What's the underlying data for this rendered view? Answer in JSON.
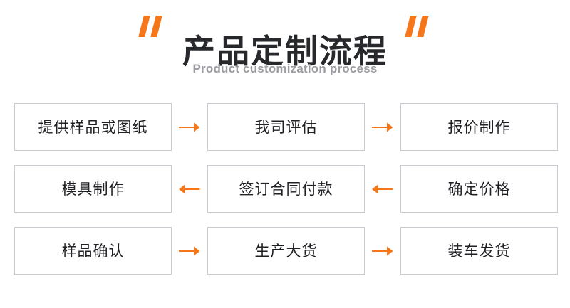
{
  "header": {
    "title": "产品定制流程",
    "subtitle": "Product customization process",
    "quote_left": "open-quote",
    "quote_right": "close-quote"
  },
  "colors": {
    "accent": "#f5771a",
    "title_text": "#27282c",
    "subtitle_text": "#9b9ca1",
    "box_border": "#c9cacf",
    "box_text": "#1f2024",
    "background": "#ffffff"
  },
  "flow": {
    "rows": [
      {
        "direction": "right",
        "arrow_icon": "arrow-right-icon",
        "steps": [
          {
            "label": "提供样品或图纸"
          },
          {
            "label": "我司评估"
          },
          {
            "label": "报价制作"
          }
        ]
      },
      {
        "direction": "left",
        "arrow_icon": "arrow-left-icon",
        "steps": [
          {
            "label": "模具制作"
          },
          {
            "label": "签订合同付款"
          },
          {
            "label": "确定价格"
          }
        ]
      },
      {
        "direction": "right",
        "arrow_icon": "arrow-right-icon",
        "steps": [
          {
            "label": "样品确认"
          },
          {
            "label": "生产大货"
          },
          {
            "label": "装车发货"
          }
        ]
      }
    ]
  }
}
